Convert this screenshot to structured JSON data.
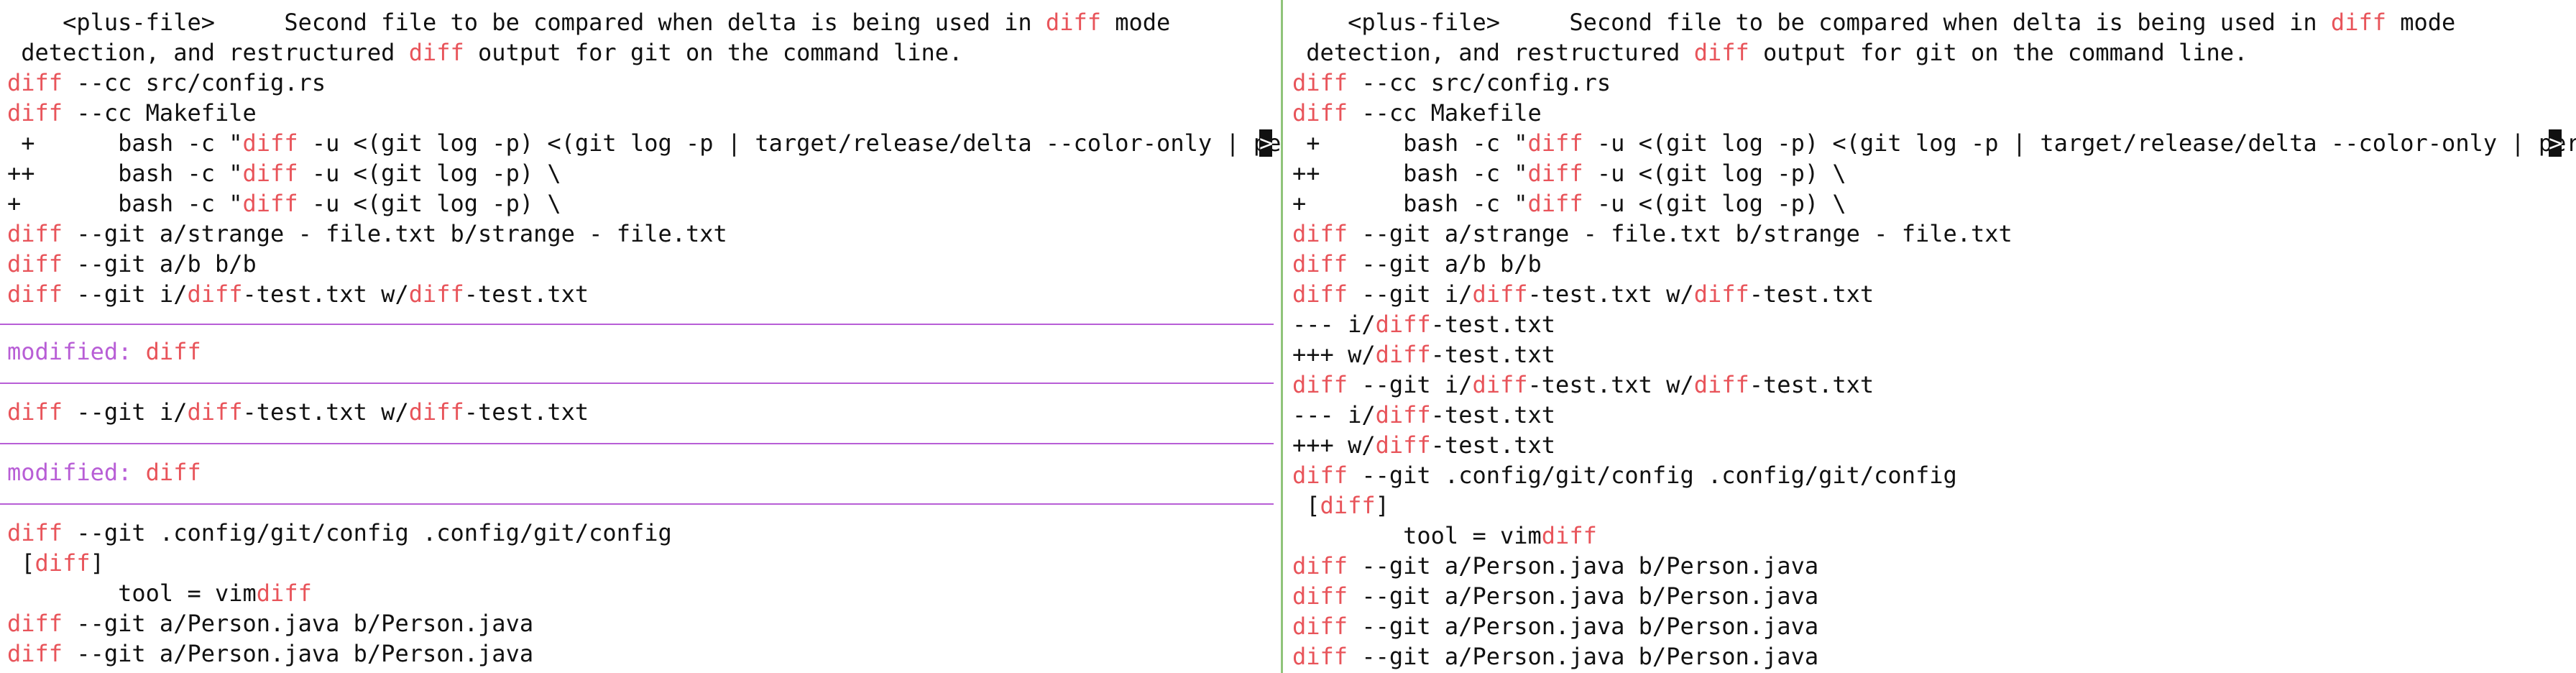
{
  "left_pane": {
    "lines": [
      "    <plus-file>     Second file to be compared when delta is being used in diff mode",
      " detection, and restructured diff output for git on the command line.",
      "diff --cc src/config.rs",
      "diff --cc Makefile",
      " +      bash -c \"diff -u <(git log -p) <(git log -p | target/release/delta --color-only | perl -p",
      "++      bash -c \"diff -u <(git log -p) \\",
      "+       bash -c \"diff -u <(git log -p) \\",
      "diff --git a/strange - file.txt b/strange - file.txt",
      "diff --git a/b b/b",
      "diff --git i/diff-test.txt w/diff-test.txt",
      "modified: diff",
      "diff --git i/diff-test.txt w/diff-test.txt",
      "modified: diff",
      "diff --git .config/git/config .config/git/config",
      " [diff]",
      "        tool = vimdiff",
      "diff --git a/Person.java b/Person.java",
      "diff --git a/Person.java b/Person.java"
    ],
    "cursor_char": ">"
  },
  "right_pane": {
    "lines": [
      "    <plus-file>     Second file to be compared when delta is being used in diff mode",
      " detection, and restructured diff output for git on the command line.",
      "diff --cc src/config.rs",
      "diff --cc Makefile",
      " +      bash -c \"diff -u <(git log -p) <(git log -p | target/release/delta --color-only | perl -pe",
      "++      bash -c \"diff -u <(git log -p) \\",
      "+       bash -c \"diff -u <(git log -p) \\",
      "diff --git a/strange - file.txt b/strange - file.txt",
      "diff --git a/b b/b",
      "diff --git i/diff-test.txt w/diff-test.txt",
      "--- i/diff-test.txt",
      "+++ w/diff-test.txt",
      "diff --git i/diff-test.txt w/diff-test.txt",
      "--- i/diff-test.txt",
      "+++ w/diff-test.txt",
      "diff --git .config/git/config .config/git/config",
      " [diff]",
      "        tool = vimdiff",
      "diff --git a/Person.java b/Person.java",
      "diff --git a/Person.java b/Person.java",
      "diff --git a/Person.java b/Person.java",
      "diff --git a/Person.java b/Person.java"
    ],
    "cursor_char": ">"
  },
  "colors": {
    "keyword": "#e8545a",
    "modified": "#b85ed6",
    "divider": "#8fc47a",
    "text": "#111111"
  }
}
